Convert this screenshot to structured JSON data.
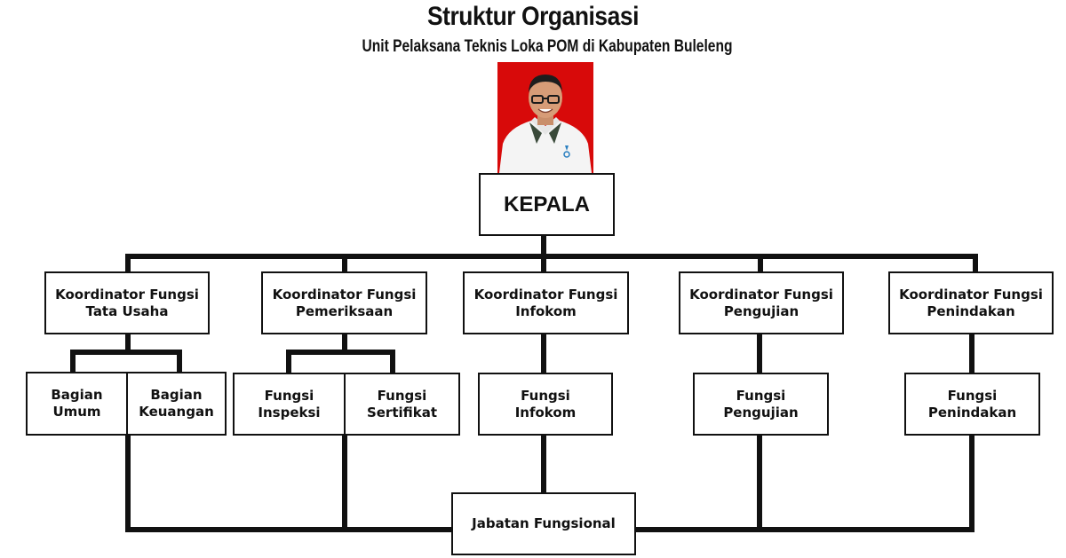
{
  "header": {
    "title": "Struktur Organisasi",
    "subtitle": "Unit Pelaksana Teknis Loka POM di Kabupaten Buleleng"
  },
  "photo": {
    "background_color": "#d80a0a",
    "icon": "person-portrait"
  },
  "org": {
    "head": "KEPALA",
    "coordinators": [
      {
        "label": "Koordinator Fungsi\nTata Usaha"
      },
      {
        "label": "Koordinator Fungsi\nPemeriksaan"
      },
      {
        "label": "Koordinator Fungsi\nInfokom"
      },
      {
        "label": "Koordinator Fungsi\nPengujian"
      },
      {
        "label": "Koordinator Fungsi\nPenindakan"
      }
    ],
    "units": [
      {
        "label": "Bagian\nUmum"
      },
      {
        "label": "Bagian\nKeuangan"
      },
      {
        "label": "Fungsi\nInspeksi"
      },
      {
        "label": "Fungsi\nSertifikat"
      },
      {
        "label": "Fungsi\nInfokom"
      },
      {
        "label": "Fungsi\nPengujian"
      },
      {
        "label": "Fungsi\nPenindakan"
      }
    ],
    "functional": "Jabatan Fungsional"
  }
}
